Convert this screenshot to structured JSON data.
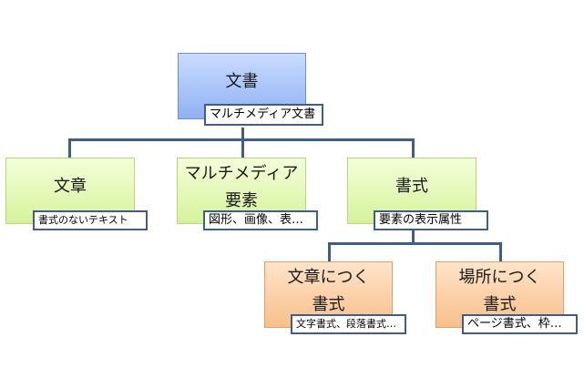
{
  "nodes": {
    "document": {
      "title": "文書",
      "caption": "マルチメディア文書"
    },
    "text": {
      "title": "文章",
      "caption": "書式のないテキスト"
    },
    "multimedia": {
      "title": "マルチメディア\n要素",
      "caption": "図形、画像、表…"
    },
    "format": {
      "title": "書式",
      "caption": "要素の表示属性"
    },
    "text_format": {
      "title": "文章につく\n書式",
      "caption": "文字書式、段落書式…"
    },
    "place_format": {
      "title": "場所につく\n書式",
      "caption": "ページ書式、枠…"
    }
  },
  "colors": {
    "connector": "#3d5f86",
    "level1": "#a9c4fb",
    "level2": "#e6f8be",
    "level3": "#fbd0a8"
  }
}
